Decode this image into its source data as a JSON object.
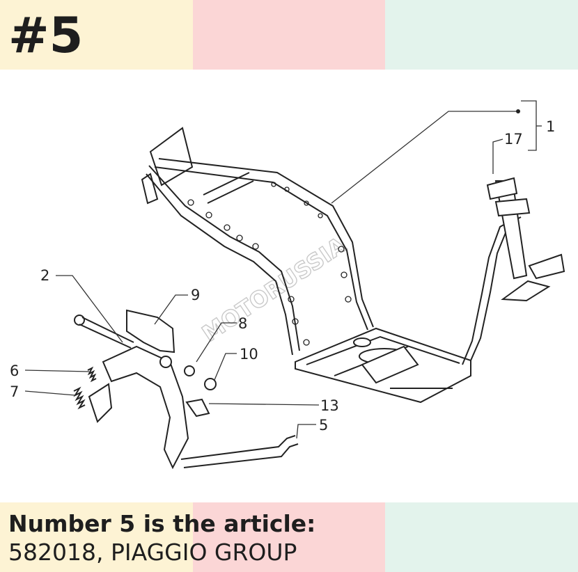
{
  "badge": "#5",
  "caption": {
    "line1": "Number 5 is the article:",
    "line2": "582018, PIAGGIO GROUP"
  },
  "watermark": "MOTORUSSIA",
  "colors": {
    "band_yellow": "#fdf3d4",
    "band_pink": "#fbd6d6",
    "band_green": "#e3f3ec",
    "text": "#1e1e1e"
  },
  "callouts": [
    "1",
    "17",
    "2",
    "9",
    "8",
    "10",
    "6",
    "7",
    "13",
    "5"
  ]
}
